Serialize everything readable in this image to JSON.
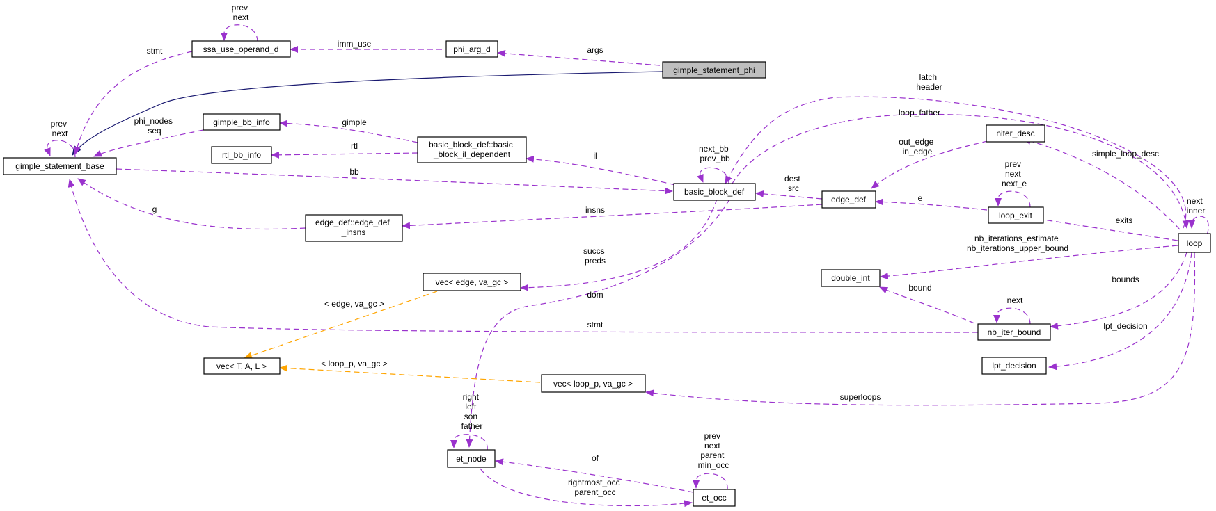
{
  "colors": {
    "usage_edge": "#9a32cd",
    "inheritance_edge": "#191970",
    "template_edge": "#ffa500"
  },
  "nodes": {
    "gimple_statement_phi": "gimple_statement_phi",
    "phi_arg_d": "phi_arg_d",
    "ssa_use_operand_d": "ssa_use_operand_d",
    "gimple_statement_base": "gimple_statement_base",
    "gimple_bb_info": "gimple_bb_info",
    "rtl_bb_info": "rtl_bb_info",
    "basic_block_il_dependent": [
      "basic_block_def::basic",
      "_block_il_dependent"
    ],
    "basic_block_def": "basic_block_def",
    "edge_def_insns": [
      "edge_def::edge_def",
      "_insns"
    ],
    "edge_def": "edge_def",
    "niter_desc": "niter_desc",
    "loop_exit": "loop_exit",
    "loop": "loop",
    "double_int": "double_int",
    "nb_iter_bound": "nb_iter_bound",
    "lpt_decision": "lpt_decision",
    "vec_edge": "vec< edge, va_gc >",
    "vec_T": "vec< T, A, L >",
    "vec_loop_p": "vec< loop_p, va_gc >",
    "et_node": "et_node",
    "et_occ": "et_occ"
  },
  "edge_labels": {
    "args": [
      "args"
    ],
    "imm_use": [
      "imm_use"
    ],
    "ssa_self": [
      "prev",
      "next"
    ],
    "stmt_ssa": [
      "stmt"
    ],
    "base_self": [
      "prev",
      "next"
    ],
    "phi_nodes": [
      "phi_nodes",
      "seq"
    ],
    "gimple": [
      "gimple"
    ],
    "rtl": [
      "rtl"
    ],
    "il": [
      "il"
    ],
    "bb": [
      "bb"
    ],
    "g": [
      "g"
    ],
    "insns": [
      "insns"
    ],
    "bbdef_self": [
      "next_bb",
      "prev_bb"
    ],
    "dest_src": [
      "dest",
      "src"
    ],
    "latch_header": [
      "latch",
      "header"
    ],
    "loop_father": [
      "loop_father"
    ],
    "out_in_edge": [
      "out_edge",
      "in_edge"
    ],
    "e": [
      "e"
    ],
    "loop_exit_self": [
      "prev",
      "next",
      "next_e"
    ],
    "simple_loop_desc": [
      "simple_loop_desc"
    ],
    "loop_self": [
      "next",
      "inner"
    ],
    "exits": [
      "exits"
    ],
    "nb_iterations": [
      "nb_iterations_estimate",
      "nb_iterations_upper_bound"
    ],
    "succs_preds": [
      "succs",
      "preds"
    ],
    "dom": [
      "dom"
    ],
    "bound": [
      "bound"
    ],
    "nb_iter_self": [
      "next"
    ],
    "bounds": [
      "bounds"
    ],
    "stmt_nb": [
      "stmt"
    ],
    "lpt_decision": [
      "lpt_decision"
    ],
    "tmpl_edge": [
      "< edge, va_gc >"
    ],
    "tmpl_loop_p": [
      "< loop_p, va_gc >"
    ],
    "superloops": [
      "superloops"
    ],
    "et_node_self": [
      "right",
      "left",
      "son",
      "father"
    ],
    "et_occ_self": [
      "prev",
      "next",
      "parent",
      "min_occ"
    ],
    "of": [
      "of"
    ],
    "occ": [
      "rightmost_occ",
      "parent_occ"
    ]
  }
}
